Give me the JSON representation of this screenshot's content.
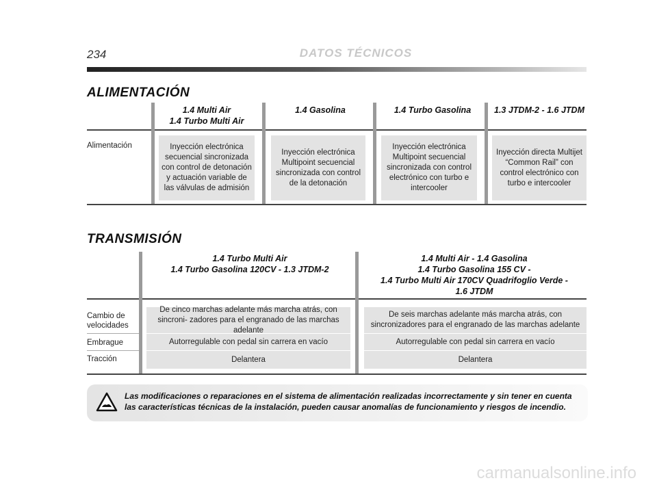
{
  "header": {
    "page_number": "234",
    "running_title": "DATOS TÉCNICOS"
  },
  "alimentacion": {
    "title": "ALIMENTACIÓN",
    "row_label": "Alimentación",
    "columns": [
      {
        "head1": "1.4 Multi Air",
        "head2": "1.4 Turbo Multi Air",
        "text": "Inyección electrónica secuencial sincronizada con control de detonación y actuación variable de las válvulas de admisión"
      },
      {
        "head1": "1.4 Gasolina",
        "head2": "",
        "text": "Inyección electrónica Multipoint secuencial sincronizada con control de la detonación"
      },
      {
        "head1": "1.4 Turbo Gasolina",
        "head2": "",
        "text": "Inyección electrónica Multipoint secuencial sincronizada con control electrónico con turbo e intercooler"
      },
      {
        "head1": "1.3 JTDM-2 - 1.6 JTDM",
        "head2": "",
        "text": "Inyección directa Multijet “Common Rail” con control electrónico con turbo e intercooler"
      }
    ]
  },
  "transmision": {
    "title": "TRANSMISIÓN",
    "row_labels": {
      "cambio": "Cambio de velocidades",
      "embrague": "Embrague",
      "traccion": "Tracción"
    },
    "columns": [
      {
        "head_lines": [
          "1.4 Turbo Multi Air",
          "1.4 Turbo Gasolina 120CV - 1.3 JTDM-2"
        ],
        "cambio": "De cinco marchas adelante más marcha atrás, con sincroni- zadores para el engranado de las marchas adelante",
        "embrague": "Autorregulable con pedal sin carrera en vacío",
        "traccion": "Delantera"
      },
      {
        "head_lines": [
          "1.4 Multi Air - 1.4 Gasolina",
          "1.4 Turbo Gasolina 155 CV -",
          "1.4 Turbo Multi Air 170CV Quadrifoglio Verde -",
          "1.6 JTDM"
        ],
        "cambio": "De seis marchas adelante más marcha atrás, con sincronizadores para el engranado de las marchas adelante",
        "embrague": "Autorregulable con pedal sin carrera en vacío",
        "traccion": "Delantera"
      }
    ]
  },
  "warning": {
    "icon": "warning-triangle-icon",
    "text": "Las modificaciones o reparaciones en el sistema de alimentación realizadas incorrectamente y sin tener en cuenta las características técnicas de la instalación, pueden causar anomalías de funcionamiento y riesgos de incendio."
  },
  "watermark": "carmanualsonline.info"
}
